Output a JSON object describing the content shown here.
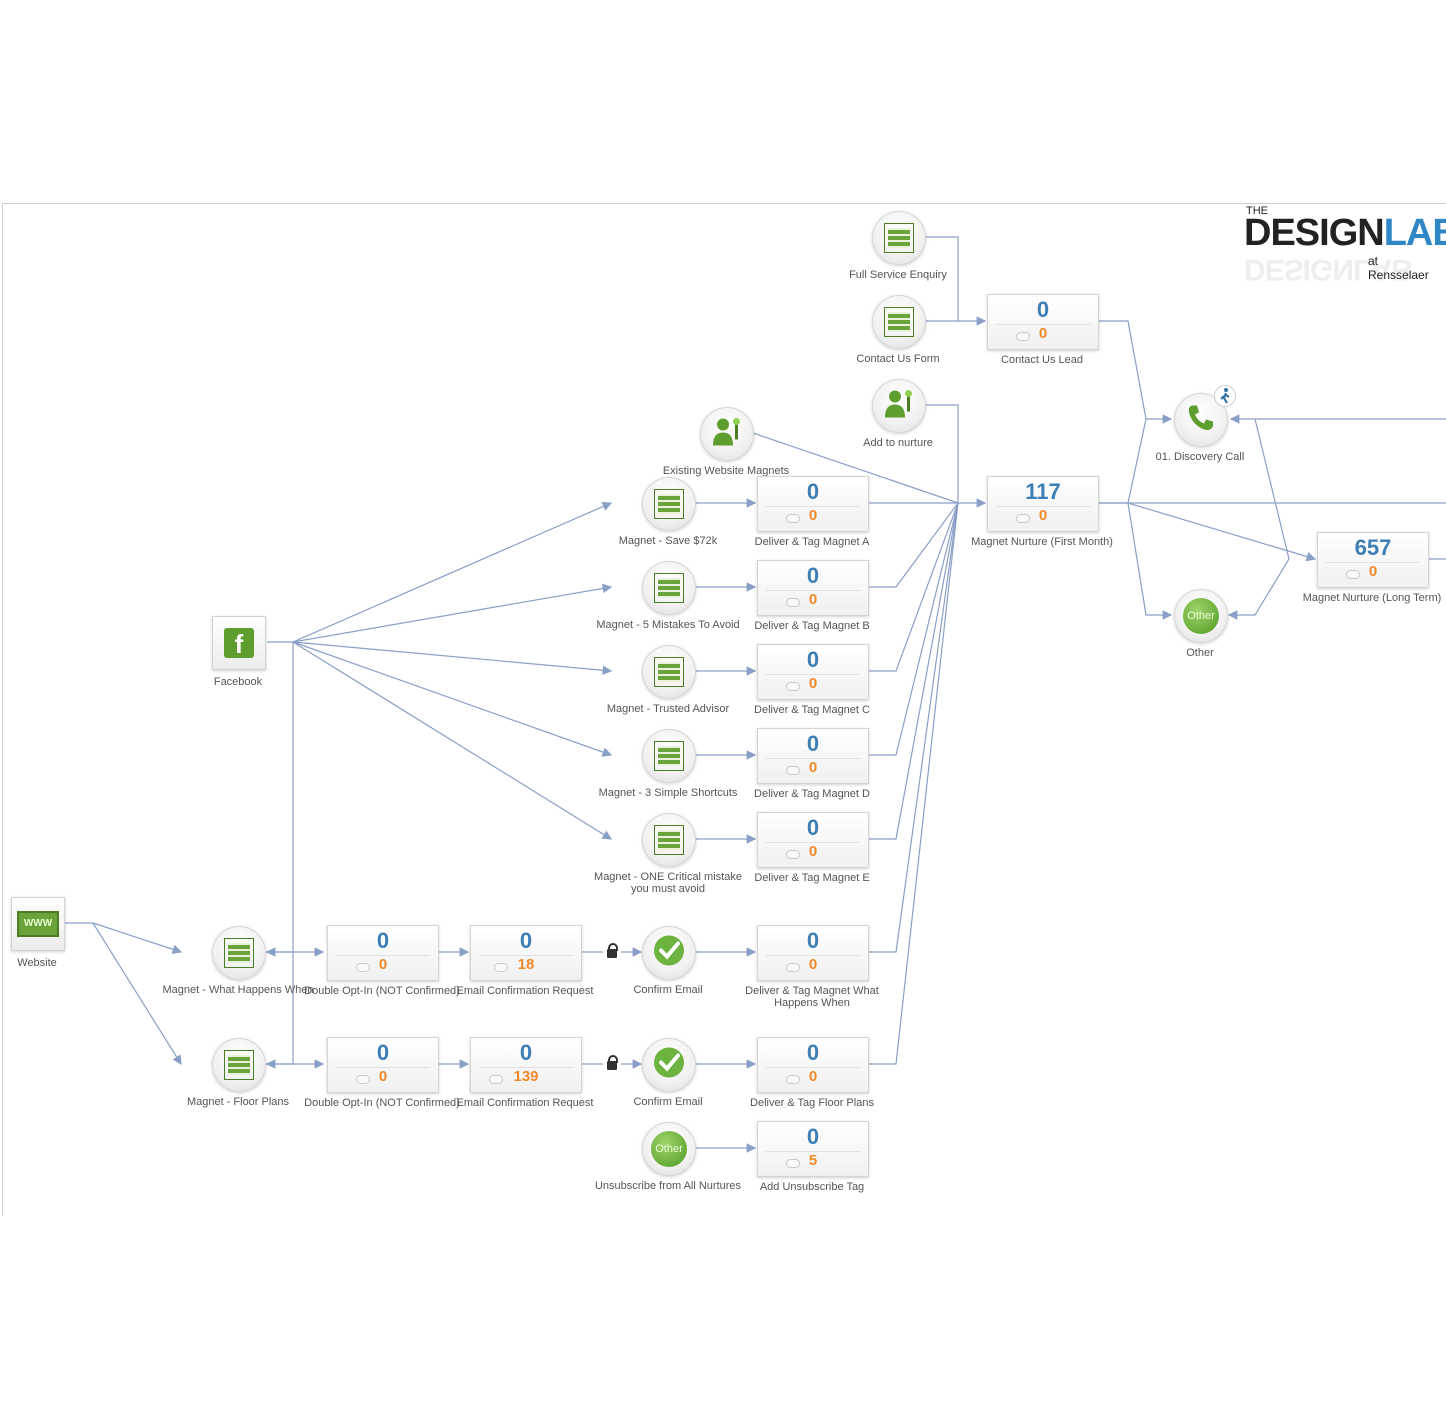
{
  "logo": {
    "the": "THE",
    "design": "DESIGN",
    "lab": "LAB",
    "at": "at Rensselaer"
  },
  "icons": {
    "form": "form-icon",
    "person": "person-icon",
    "facebook": "facebook-icon",
    "www": "website-icon",
    "phone": "phone-icon",
    "check": "check-icon",
    "other": "other-icon",
    "lock": "lock-icon"
  },
  "colors": {
    "count": "#3d7fb5",
    "sub_count": "#ef8a2a",
    "icon_green": "#6aa33a",
    "wire": "#8a9fc6"
  },
  "sources": [
    {
      "id": "website",
      "label": "Website",
      "glyph": "WWW"
    },
    {
      "id": "facebook",
      "label": "Facebook",
      "glyph": "f"
    }
  ],
  "forms": [
    {
      "id": "full_service",
      "label": "Full Service Enquiry"
    },
    {
      "id": "contact_form",
      "label": "Contact Us Form"
    },
    {
      "id": "add_nurture",
      "label": "Add to nurture"
    },
    {
      "id": "existing",
      "label": "Existing Website Magnets"
    },
    {
      "id": "m_save",
      "label": "Magnet - Save $72k"
    },
    {
      "id": "m_five",
      "label": "Magnet - 5 Mistakes To Avoid"
    },
    {
      "id": "m_trusted",
      "label": "Magnet - Trusted Advisor"
    },
    {
      "id": "m_three",
      "label": "Magnet - 3 Simple Shortcuts"
    },
    {
      "id": "m_one",
      "label": "Magnet - ONE Critical mistake you must avoid"
    },
    {
      "id": "m_what",
      "label": "Magnet - What Happens When"
    },
    {
      "id": "m_floor",
      "label": "Magnet - Floor Plans"
    }
  ],
  "sequences": [
    {
      "id": "contact_lead",
      "label": "Contact Us Lead",
      "count": "0",
      "sub": "0"
    },
    {
      "id": "nurture_first",
      "label": "Magnet Nurture (First Month)",
      "count": "117",
      "sub": "0"
    },
    {
      "id": "nurture_long",
      "label": "Magnet Nurture (Long Term)",
      "count": "657",
      "sub": "0"
    },
    {
      "id": "deliver_a",
      "label": "Deliver & Tag Magnet A",
      "count": "0",
      "sub": "0"
    },
    {
      "id": "deliver_b",
      "label": "Deliver & Tag Magnet B",
      "count": "0",
      "sub": "0"
    },
    {
      "id": "deliver_c",
      "label": "Deliver & Tag Magnet C",
      "count": "0",
      "sub": "0"
    },
    {
      "id": "deliver_d",
      "label": "Deliver & Tag Magnet D",
      "count": "0",
      "sub": "0"
    },
    {
      "id": "deliver_e",
      "label": "Deliver & Tag Magnet E",
      "count": "0",
      "sub": "0"
    },
    {
      "id": "dbl_1",
      "label": "Double Opt-In (NOT Confirmed)",
      "count": "0",
      "sub": "0"
    },
    {
      "id": "ecr_1",
      "label": "Email Confirmation Request",
      "count": "0",
      "sub": "18"
    },
    {
      "id": "deliver_what",
      "label": "Deliver & Tag Magnet What Happens When",
      "count": "0",
      "sub": "0"
    },
    {
      "id": "dbl_2",
      "label": "Double Opt-In (NOT Confirmed)",
      "count": "0",
      "sub": "0"
    },
    {
      "id": "ecr_2",
      "label": "Email Confirmation Request",
      "count": "0",
      "sub": "139"
    },
    {
      "id": "deliver_floor",
      "label": "Deliver & Tag Floor Plans",
      "count": "0",
      "sub": "0"
    },
    {
      "id": "unsub_tag",
      "label": "Add Unsubscribe Tag",
      "count": "0",
      "sub": "5"
    }
  ],
  "goals": [
    {
      "id": "discovery",
      "label": "01. Discovery Call"
    },
    {
      "id": "other_goal",
      "label": "Other",
      "glyph": "Other"
    },
    {
      "id": "confirm_1",
      "label": "Confirm Email"
    },
    {
      "id": "confirm_2",
      "label": "Confirm Email"
    },
    {
      "id": "unsub",
      "label": "Unsubscribe from All Nurtures",
      "glyph": "Other"
    }
  ]
}
